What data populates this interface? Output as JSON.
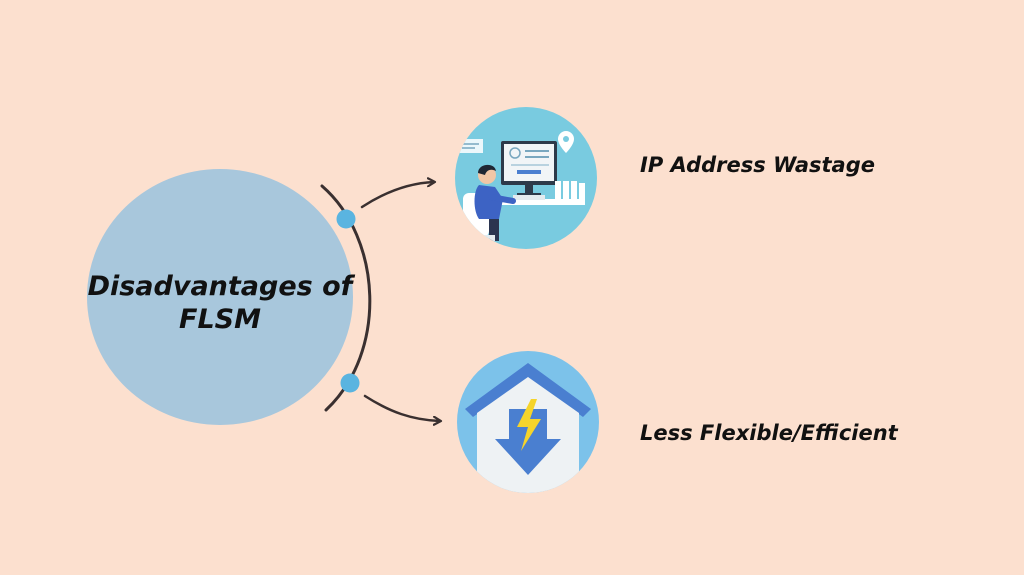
{
  "colors": {
    "background": "#fce0cf",
    "main_circle": "#a8c7dc",
    "connector_dot": "#5ab4e0",
    "connector_line": "#3a3030",
    "icon_top_bg": "#79cbe0",
    "icon_bottom_bg": "#7cc2ea",
    "house_roof": "#4a7fd0",
    "house_body": "#eef2f4",
    "arrow_fill": "#4a7fd0",
    "bolt_fill": "#f5d42b"
  },
  "center": {
    "title_line1": "Disadvantages of",
    "title_line2": "FLSM"
  },
  "items": [
    {
      "label": "IP Address Wastage",
      "icon": "computer-user-icon"
    },
    {
      "label": "Less Flexible/Efficient",
      "icon": "house-energy-down-icon"
    }
  ]
}
